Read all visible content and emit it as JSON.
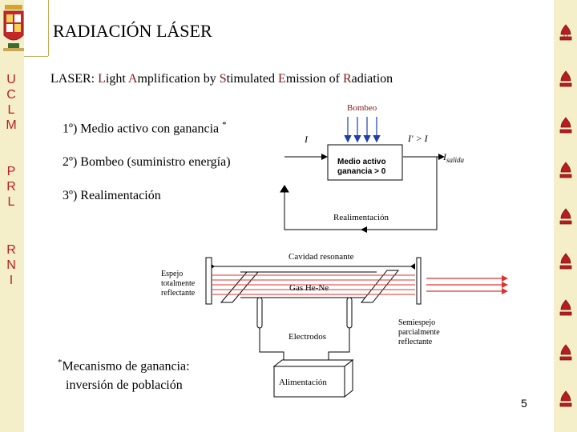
{
  "sidebar": {
    "letters_group1": [
      "U",
      "C",
      "L",
      "M"
    ],
    "letters_group2": [
      "P",
      "R",
      "L"
    ],
    "letters_group3": [
      "R",
      "N",
      "I"
    ],
    "accent_color": "#b71f1f",
    "band_color": "#f5efc9",
    "logo": "university-crest",
    "right_icon": "fleur-emblem-icon"
  },
  "slide": {
    "title": "RADIACIÓN LÁSER",
    "subtitle": {
      "prefix": "LASER: ",
      "w1_initial": "L",
      "w1_rest": "ight ",
      "w2_initial": "A",
      "w2_rest": "mplification by ",
      "w3_initial": "S",
      "w3_rest": "timulated ",
      "w4_initial": "E",
      "w4_rest": "mission of ",
      "w5_initial": "R",
      "w5_rest": "adiation"
    },
    "items": [
      {
        "text": "1º) Medio activo con ganancia ",
        "mark": "*"
      },
      {
        "text": "2º) Bombeo (suministro energía)"
      },
      {
        "text": "3º) Realimentación"
      }
    ],
    "note": {
      "mark": "*",
      "line1": "Mecanismo de ganancia:",
      "line2": "inversión de población"
    },
    "page_number": "5"
  },
  "schematic": {
    "pump_label": "Bombeo",
    "input_label": "I",
    "gain_label": "I' > I",
    "output_label_main": "I",
    "output_label_sub": "salida",
    "medium_line1": "Medio activo",
    "medium_line2": "ganancia > 0",
    "feedback_label": "Realimentación"
  },
  "laser": {
    "cavity_label": "Cavidad resonante",
    "left_mirror_label": [
      "Espejo",
      "totalmente",
      "reflectante"
    ],
    "gas_label": "Gas He-Ne",
    "electrodes_label": "Electrodos",
    "right_mirror_label": [
      "Semiespejo",
      "parcialmente",
      "reflectante"
    ],
    "power_label": "Alimentación",
    "beam_color": "#e03030"
  }
}
